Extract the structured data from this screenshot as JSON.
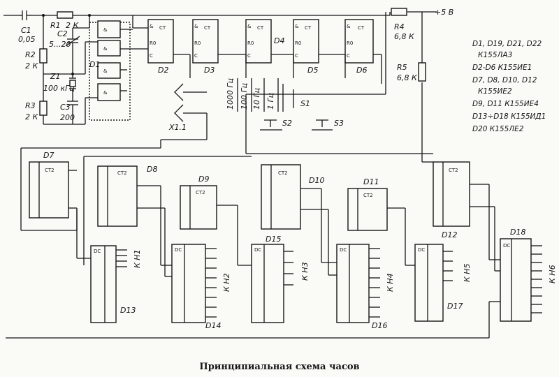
{
  "caption": "Принципиальная схема часов",
  "supply": "+5 В",
  "components": {
    "C1": {
      "ref": "C1",
      "value": "0,05"
    },
    "R1": {
      "ref": "R1",
      "value": "2 К"
    },
    "R2": {
      "ref": "R2",
      "value": "2 К"
    },
    "C2": {
      "ref": "C2",
      "value": "5...20"
    },
    "Z1": {
      "ref": "Z1",
      "value": "100 кГц"
    },
    "R3": {
      "ref": "R3",
      "value": "2 К"
    },
    "C3": {
      "ref": "C3",
      "value": "200"
    },
    "R4": {
      "ref": "R4",
      "value": "6,8 К"
    },
    "R5": {
      "ref": "R5",
      "value": "6,8 К"
    },
    "X1": {
      "ref": "X1.1"
    },
    "S1": {
      "ref": "S1"
    },
    "S2": {
      "ref": "S2"
    },
    "S3": {
      "ref": "S3"
    }
  },
  "frequencies": [
    "1000 Гц",
    "100 Гц",
    "10 Гц",
    "1 Гц"
  ],
  "chips": {
    "D1": "D1",
    "D2": "D2",
    "D3": "D3",
    "D4": "D4",
    "D5": "D5",
    "D6": "D6",
    "D7": "D7",
    "D8": "D8",
    "D9": "D9",
    "D10": "D10",
    "D11": "D11",
    "D12": "D12",
    "D13": "D13",
    "D14": "D14",
    "D15": "D15",
    "D16": "D16",
    "D17": "D17",
    "D18": "D18"
  },
  "block_labels": {
    "ct": "CT",
    "ct2": "CT2",
    "dc": "DC",
    "and": "&",
    "r0": "R0",
    "c": "C"
  },
  "indicators": [
    "К Н1",
    "К Н2",
    "К Н3",
    "К Н4",
    "К Н5",
    "К Н6"
  ],
  "legend": [
    "D1, D19, D21, D22",
    "К155ЛА3",
    "D2-D6 К155ИЕ1",
    "D7, D8, D10, D12",
    "К155ИЕ2",
    "D9, D11 К155ИЕ4",
    "D13÷D18 К155ИД1",
    "D20 К155ЛЕ2"
  ]
}
